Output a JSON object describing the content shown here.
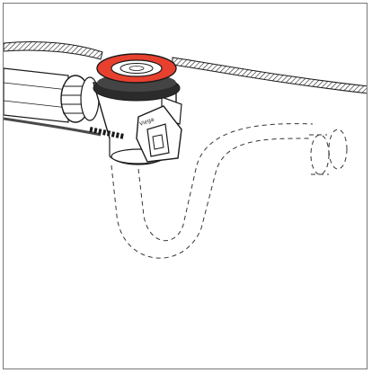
{
  "illustration": {
    "manufacturer_mark": "Viega",
    "product_label_text": "Viega",
    "colors": {
      "seal_ring": "#e8402e",
      "outline": "#1a1a1a",
      "metal_body": "#ffffff",
      "dark_ring": "#2b2b2b",
      "cable": "#4a4a4a",
      "dashed_trap": "#333333"
    },
    "components": [
      "basin-surface",
      "drain-seal-ring",
      "overflow-pipe",
      "overflow-nut",
      "drain-body",
      "control-module",
      "bowden-cable",
      "siphon-trap-dashed"
    ]
  }
}
